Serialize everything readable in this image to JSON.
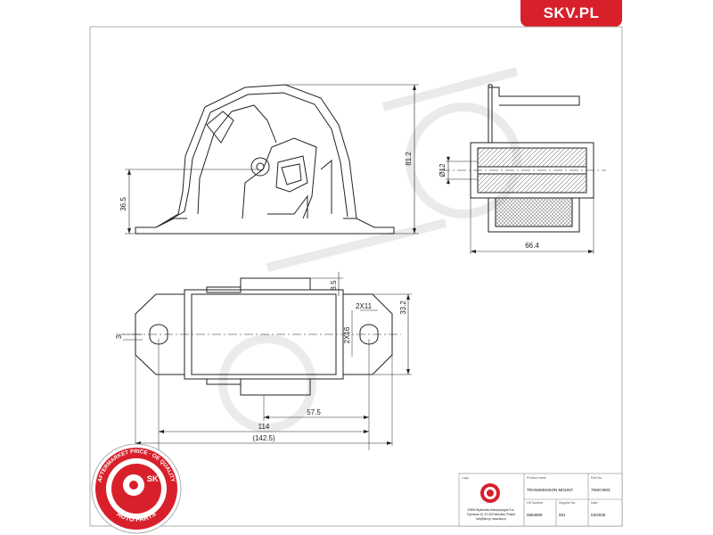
{
  "brand": {
    "label": "SKV.PL",
    "color": "#d8202b"
  },
  "dimensions": {
    "height_total": "81.2",
    "height_mount": "36.5",
    "bore": "Ø12",
    "sleeve_width": "66.4",
    "top_thickness": "8.5",
    "overall_height": "33.2",
    "slot_width": "2X11",
    "slot_length": "2X16",
    "slot_offset": "3",
    "half_spacing": "57.5",
    "hole_spacing": "114",
    "overall_length": "(142.5)"
  },
  "title_block": {
    "label_logo": "Logo",
    "label_product": "Product name",
    "label_part_no": "Part No.",
    "label_oe": "OE Number",
    "label_supplier": "Supplier No.",
    "label_date": "Date",
    "product_name": "TRANSMISSION MOUNT",
    "part_number": "75SKV803",
    "oe_number": "0684906",
    "supplier_number": "001",
    "date": "03/2025",
    "company_line1": "ESEN Wytwórnia Motoryzacyjna S.A.",
    "company_line2": "Topolowa 13, 67-300 Wroclaw, Poland",
    "company_line3": "info@skv.pl, www.skv.pl"
  },
  "stamp": {
    "ring_text": "AFTERMARKET PRICE · OE QUALITY",
    "center_text": "SKV",
    "bottom_text": "AUTO PARTS",
    "color": "#d8202b"
  }
}
